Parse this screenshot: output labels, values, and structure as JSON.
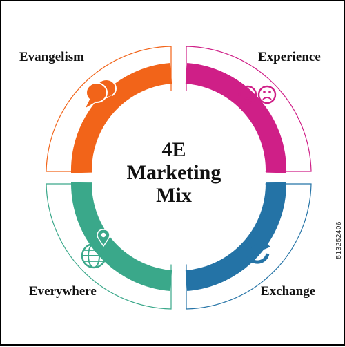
{
  "diagram": {
    "title_lines": [
      "4E",
      "Marketing",
      "Mix"
    ],
    "segments": [
      {
        "label": "Evangelism",
        "color": "#f26419",
        "icon": "speech-bubbles-icon"
      },
      {
        "label": "Experience",
        "color": "#cf1f87",
        "icon": "smiley-faces-icon"
      },
      {
        "label": "Exchange",
        "color": "#2473a6",
        "icon": "refresh-arrows-icon"
      },
      {
        "label": "Everywhere",
        "color": "#3aa88a",
        "icon": "globe-location-icon"
      }
    ]
  },
  "watermark": {
    "stock_id": "513252406"
  }
}
